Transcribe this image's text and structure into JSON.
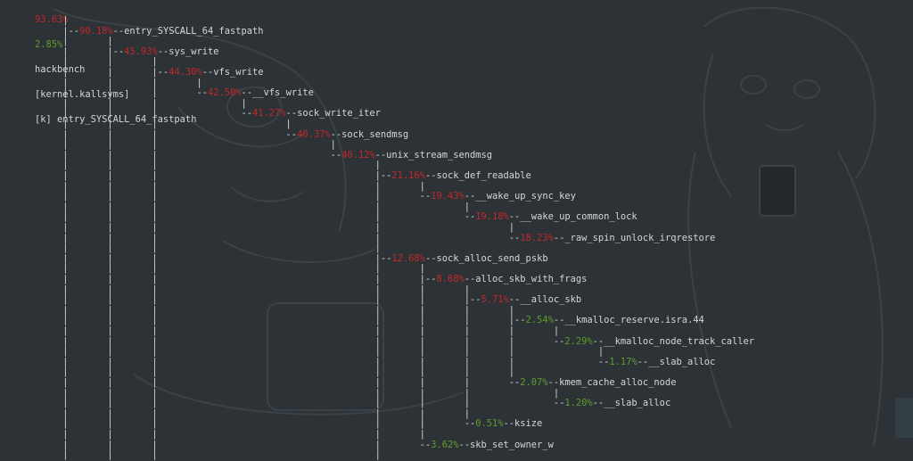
{
  "header": {
    "overhead_children": "93.63%",
    "overhead_self": "2.85%",
    "command": "hackbench",
    "shared_object": "[kernel.kallsyms]",
    "symbol": "[k] entry_SYSCALL_64_fastpath"
  },
  "colors": {
    "background": "#2c3236",
    "text": "#d3d7d9",
    "red": "#c4282a",
    "green": "#5e9e2c"
  },
  "lines": [
    {
      "prefix": "         ",
      "pct": "",
      "name": "",
      "color": "",
      "connector": "|"
    },
    {
      "prefix": "         ",
      "pct": "90.18%",
      "name": "entry_SYSCALL_64_fastpath",
      "color": "red",
      "connector": "|--"
    },
    {
      "prefix": "         |       ",
      "pct": "",
      "name": "",
      "color": "",
      "connector": "|"
    },
    {
      "prefix": "         |       ",
      "pct": "45.93%",
      "name": "sys_write",
      "color": "red",
      "connector": "|--"
    },
    {
      "prefix": "         |       |       ",
      "pct": "",
      "name": "",
      "color": "",
      "connector": "|"
    },
    {
      "prefix": "         |       |       ",
      "pct": "44.30%",
      "name": "vfs_write",
      "color": "red",
      "connector": "|--"
    },
    {
      "prefix": "         |       |       |       ",
      "pct": "",
      "name": "",
      "color": "",
      "connector": "|"
    },
    {
      "prefix": "         |       |       |       ",
      "pct": "42.50%",
      "name": "__vfs_write",
      "color": "red",
      "connector": "--"
    },
    {
      "prefix": "         |       |       |               ",
      "pct": "",
      "name": "",
      "color": "",
      "connector": "|"
    },
    {
      "prefix": "         |       |       |               ",
      "pct": "41.27%",
      "name": "sock_write_iter",
      "color": "red",
      "connector": "--"
    },
    {
      "prefix": "         |       |       |                       ",
      "pct": "",
      "name": "",
      "color": "",
      "connector": "|"
    },
    {
      "prefix": "         |       |       |                       ",
      "pct": "40.37%",
      "name": "sock_sendmsg",
      "color": "red",
      "connector": "--"
    },
    {
      "prefix": "         |       |       |                               ",
      "pct": "",
      "name": "",
      "color": "",
      "connector": "|"
    },
    {
      "prefix": "         |       |       |                               ",
      "pct": "40.12%",
      "name": "unix_stream_sendmsg",
      "color": "red",
      "connector": "--"
    },
    {
      "prefix": "         |       |       |                                       |       ",
      "pct": "",
      "name": "",
      "color": "",
      "connector": ""
    },
    {
      "prefix": "         |       |       |                                       ",
      "pct": "21.16%",
      "name": "sock_def_readable",
      "color": "red",
      "connector": "|--"
    },
    {
      "prefix": "         |       |       |                                       |       ",
      "pct": "",
      "name": "",
      "color": "",
      "connector": "|"
    },
    {
      "prefix": "         |       |       |                                       |       ",
      "pct": "19.43%",
      "name": "__wake_up_sync_key",
      "color": "red",
      "connector": "--"
    },
    {
      "prefix": "         |       |       |                                       |               ",
      "pct": "",
      "name": "",
      "color": "",
      "connector": "|"
    },
    {
      "prefix": "         |       |       |                                       |               ",
      "pct": "19.18%",
      "name": "__wake_up_common_lock",
      "color": "red",
      "connector": "--"
    },
    {
      "prefix": "         |       |       |                                       |                       ",
      "pct": "",
      "name": "",
      "color": "",
      "connector": "|"
    },
    {
      "prefix": "         |       |       |                                       |                       ",
      "pct": "18.23%",
      "name": "_raw_spin_unlock_irqrestore",
      "color": "red",
      "connector": "--"
    },
    {
      "prefix": "         |       |       |                                       |",
      "pct": "",
      "name": "",
      "color": "",
      "connector": ""
    },
    {
      "prefix": "         |       |       |                                       ",
      "pct": "12.68%",
      "name": "sock_alloc_send_pskb",
      "color": "red",
      "connector": "|--"
    },
    {
      "prefix": "         |       |       |                                       |       ",
      "pct": "",
      "name": "",
      "color": "",
      "connector": "|"
    },
    {
      "prefix": "         |       |       |                                       |       ",
      "pct": "8.68%",
      "name": "alloc_skb_with_frags",
      "color": "red",
      "connector": "|--"
    },
    {
      "prefix": "         |       |       |                                       |       |       ",
      "pct": "",
      "name": "",
      "color": "",
      "connector": "|"
    },
    {
      "prefix": "         |       |       |                                       |       |       ",
      "pct": "5.71%",
      "name": "__alloc_skb",
      "color": "red",
      "connector": "|--"
    },
    {
      "prefix": "         |       |       |                                       |       |       |       ",
      "pct": "",
      "name": "",
      "color": "",
      "connector": "|"
    },
    {
      "prefix": "         |       |       |                                       |       |       |       ",
      "pct": "2.54%",
      "name": "__kmalloc_reserve.isra.44",
      "color": "green",
      "connector": "|--"
    },
    {
      "prefix": "         |       |       |                                       |       |       |       |       ",
      "pct": "",
      "name": "",
      "color": "",
      "connector": "|"
    },
    {
      "prefix": "         |       |       |                                       |       |       |       |       ",
      "pct": "2.29%",
      "name": "__kmalloc_node_track_caller",
      "color": "green",
      "connector": "--"
    },
    {
      "prefix": "         |       |       |                                       |       |       |       |               ",
      "pct": "",
      "name": "",
      "color": "",
      "connector": "|"
    },
    {
      "prefix": "         |       |       |                                       |       |       |       |               ",
      "pct": "1.17%",
      "name": "__slab_alloc",
      "color": "green",
      "connector": "--"
    },
    {
      "prefix": "         |       |       |                                       |       |       |       |",
      "pct": "",
      "name": "",
      "color": "",
      "connector": ""
    },
    {
      "prefix": "         |       |       |                                       |       |       |       ",
      "pct": "2.07%",
      "name": "kmem_cache_alloc_node",
      "color": "green",
      "connector": "--"
    },
    {
      "prefix": "         |       |       |                                       |       |       |               ",
      "pct": "",
      "name": "",
      "color": "",
      "connector": "|"
    },
    {
      "prefix": "         |       |       |                                       |       |       |               ",
      "pct": "1.20%",
      "name": "__slab_alloc",
      "color": "green",
      "connector": "--"
    },
    {
      "prefix": "         |       |       |                                       |       |       |",
      "pct": "",
      "name": "",
      "color": "",
      "connector": ""
    },
    {
      "prefix": "         |       |       |                                       |       |       ",
      "pct": "0.51%",
      "name": "ksize",
      "color": "green",
      "connector": "--"
    },
    {
      "prefix": "         |       |       |                                       |       |",
      "pct": "",
      "name": "",
      "color": "",
      "connector": ""
    },
    {
      "prefix": "         |       |       |                                       |       ",
      "pct": "3.62%",
      "name": "skb_set_owner_w",
      "color": "green",
      "connector": "--"
    },
    {
      "prefix": "         |       |       |                                       |       ",
      "pct": "",
      "name": "",
      "color": "",
      "connector": ""
    }
  ]
}
